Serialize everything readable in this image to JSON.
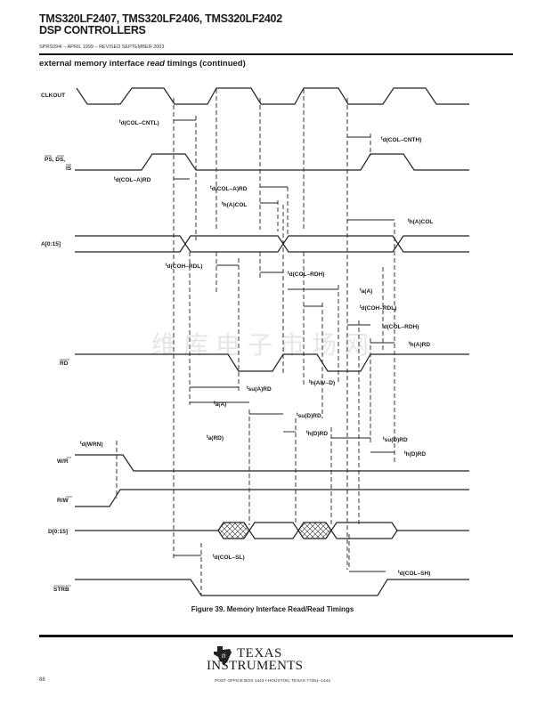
{
  "header": {
    "title_line1": "TMS320LF2407, TMS320LF2406, TMS320LF2402",
    "title_line2": "DSP CONTROLLERS",
    "doc_id": "SPRS094I – APRIL 1999 – REVISED SEPTEMBER 2003"
  },
  "section": {
    "prefix": "external memory interface ",
    "italic": "read",
    "suffix": " timings (continued)"
  },
  "watermark": "维库电子市场网",
  "signals": {
    "clkout": "CLKOUT",
    "ps_ds_is_line1": "PS, DS,",
    "ps_ds_is_line2": "IS",
    "address": "A[0:15]",
    "rd": "RD",
    "wr": "W/R",
    "rw": "R/W",
    "data": "D[0:15]",
    "strb": "STRB"
  },
  "timing_labels": [
    {
      "id": "td-col-cntl",
      "t": "t",
      "sub": "d(COL–CNTL)"
    },
    {
      "id": "td-col-cnth",
      "t": "t",
      "sub": "d(COL–CNTH)"
    },
    {
      "id": "td-col-a-rd-1",
      "t": "t",
      "sub": "d(COL–A)RD"
    },
    {
      "id": "td-col-a-rd-2",
      "t": "t",
      "sub": "d(COL–A)RD"
    },
    {
      "id": "th-a-col-1",
      "t": "t",
      "sub": "h(A)COL"
    },
    {
      "id": "th-a-col-2",
      "t": "t",
      "sub": "h(A)COL"
    },
    {
      "id": "td-coh-rdl-1",
      "t": "t",
      "sub": "d(COH–RDL)"
    },
    {
      "id": "td-col-rdh-1",
      "t": "t",
      "sub": "d(COL–RDH)"
    },
    {
      "id": "ta-a-1",
      "t": "t",
      "sub": "a(A)"
    },
    {
      "id": "td-coh-rdl-2",
      "t": "t",
      "sub": "d(COH–RDL)"
    },
    {
      "id": "td-col-rdh-2",
      "t": "t",
      "sub": "d(COL–RDH)"
    },
    {
      "id": "th-a-rd",
      "t": "t",
      "sub": "h(A)RD"
    },
    {
      "id": "tsu-a-rd",
      "t": "t",
      "sub": "su(A)RD"
    },
    {
      "id": "th-aiv-d",
      "t": "t",
      "sub": "h(AIV–D)"
    },
    {
      "id": "ta-a-2",
      "t": "t",
      "sub": "a(A)"
    },
    {
      "id": "tsu-d-rd-1",
      "t": "t",
      "sub": "su(D)RD"
    },
    {
      "id": "ta-rd",
      "t": "t",
      "sub": "a(RD)"
    },
    {
      "id": "th-d-rd-1",
      "t": "t",
      "sub": "h(D)RD"
    },
    {
      "id": "tsu-d-rd-2",
      "t": "t",
      "sub": "su(D)RD"
    },
    {
      "id": "th-d-rd-2",
      "t": "t",
      "sub": "h(D)RD"
    },
    {
      "id": "td-wrn",
      "t": "t",
      "sub": "d(WRN)"
    },
    {
      "id": "td-col-sl",
      "t": "t",
      "sub": "d(COL–SL)"
    },
    {
      "id": "td-col-sh",
      "t": "t",
      "sub": "d(COL–SH)"
    }
  ],
  "caption": "Figure 39. Memory Interface Read/Read Timings",
  "footer": {
    "page_number": "88",
    "logo_line1": "TEXAS",
    "logo_line2": "INSTRUMENTS",
    "address": "POST OFFICE BOX 1443 • HOUSTON, TEXAS 77251–1443"
  }
}
